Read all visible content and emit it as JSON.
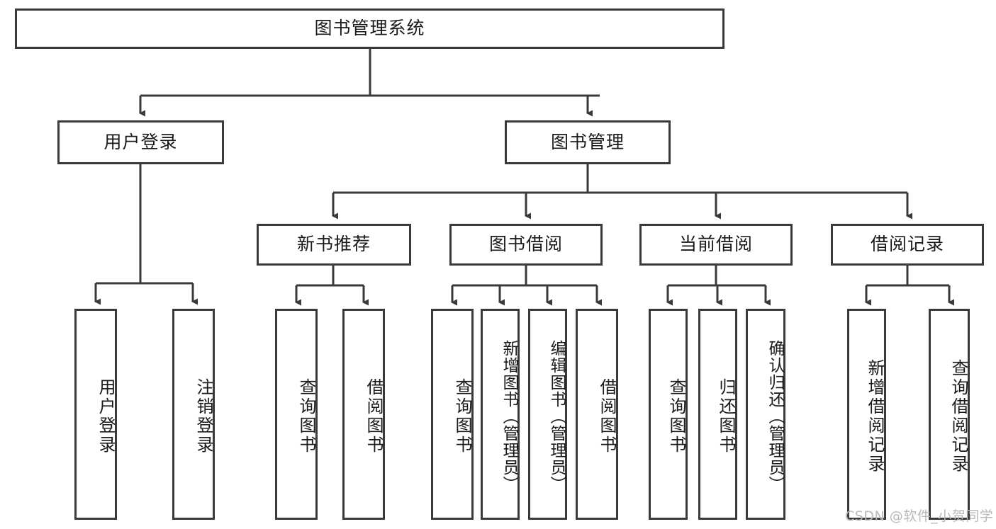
{
  "diagram": {
    "title": "图书管理系统",
    "type": "hierarchy-tree",
    "levels": 4,
    "root": {
      "id": "root",
      "label": "图书管理系统"
    },
    "level2": [
      {
        "id": "user-login",
        "label": "用户登录"
      },
      {
        "id": "book-management",
        "label": "图书管理"
      }
    ],
    "level3": [
      {
        "id": "new-book-recommend",
        "label": "新书推荐"
      },
      {
        "id": "book-borrow",
        "label": "图书借阅"
      },
      {
        "id": "current-borrow",
        "label": "当前借阅"
      },
      {
        "id": "borrow-record",
        "label": "借阅记录"
      }
    ],
    "leaves": {
      "user_login": [
        {
          "id": "leaf-user-login",
          "label": "用户登录"
        },
        {
          "id": "leaf-user-logout",
          "label": "注销登录"
        }
      ],
      "new_book_recommend": [
        {
          "id": "leaf-query-book-1",
          "label": "查询图书"
        },
        {
          "id": "leaf-borrow-book-1",
          "label": "借阅图书"
        }
      ],
      "book_borrow": [
        {
          "id": "leaf-query-book-2",
          "label": "查询图书"
        },
        {
          "id": "leaf-add-book",
          "label": "新增图书（管理员）"
        },
        {
          "id": "leaf-edit-book",
          "label": "编辑图书（管理员）"
        },
        {
          "id": "leaf-borrow-book-2",
          "label": "借阅图书"
        }
      ],
      "current_borrow": [
        {
          "id": "leaf-query-book-3",
          "label": "查询图书"
        },
        {
          "id": "leaf-return-book",
          "label": "归还图书"
        },
        {
          "id": "leaf-confirm-return",
          "label": "确认归还（管理员）"
        }
      ],
      "borrow_record": [
        {
          "id": "leaf-add-record",
          "label": "新增借阅记录"
        },
        {
          "id": "leaf-query-record",
          "label": "查询借阅记录"
        }
      ]
    }
  },
  "watermark": {
    "text": "CSDN @软件_小贺同学"
  },
  "colors": {
    "stroke": "#3a3a3a",
    "background": "#ffffff",
    "text": "#1a1a1a",
    "watermark": "#b9b9b9"
  }
}
